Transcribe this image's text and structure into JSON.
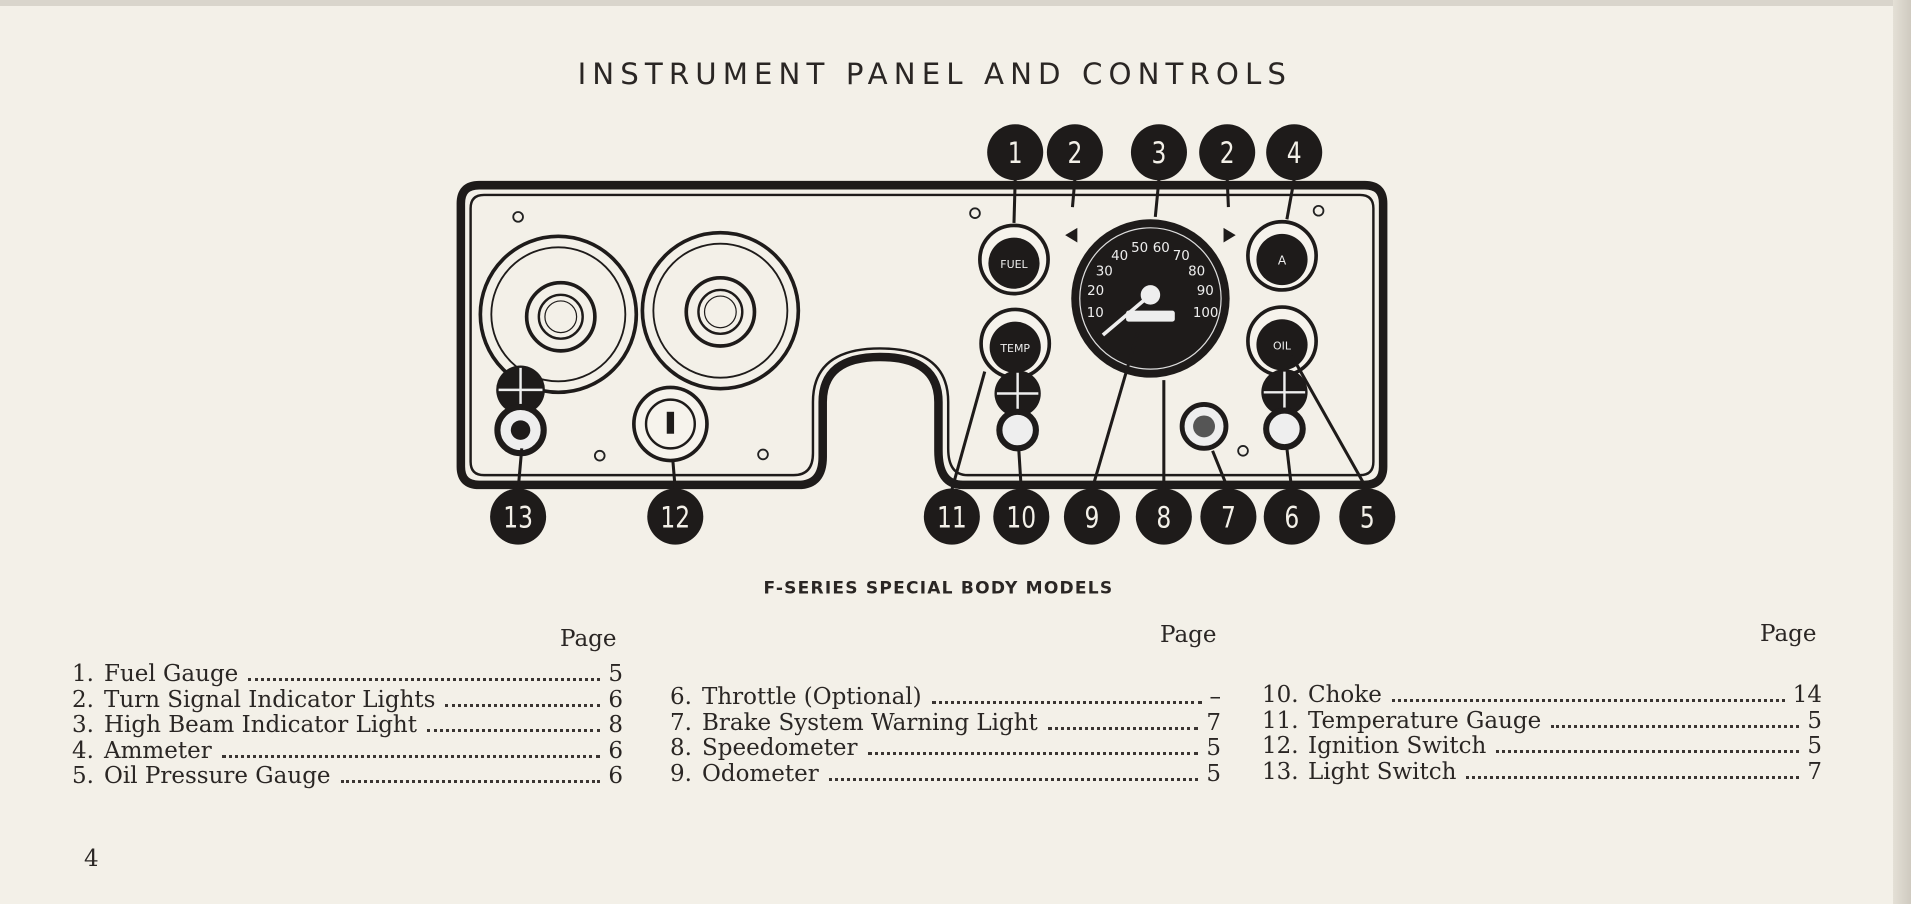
{
  "title": "INSTRUMENT PANEL AND CONTROLS",
  "subtitle": "F-SERIES SPECIAL BODY MODELS",
  "page_header": "Page",
  "page_number": "4",
  "callouts": {
    "top": [
      "1",
      "2",
      "3",
      "2",
      "4"
    ],
    "bottom": [
      "13",
      "12",
      "11",
      "10",
      "9",
      "8",
      "7",
      "6",
      "5"
    ]
  },
  "gauge_labels": {
    "fuel": "FUEL",
    "temp": "TEMP",
    "ammeter": "A",
    "oil": "OIL",
    "speedo": [
      "10",
      "20",
      "30",
      "40",
      "50",
      "60",
      "70",
      "80",
      "90",
      "100"
    ]
  },
  "columns": [
    [
      {
        "n": "1.",
        "label": "Fuel Gauge",
        "page": "5"
      },
      {
        "n": "2.",
        "label": "Turn Signal Indicator Lights",
        "page": "6"
      },
      {
        "n": "3.",
        "label": "High Beam Indicator Light",
        "page": "8"
      },
      {
        "n": "4.",
        "label": "Ammeter",
        "page": "6"
      },
      {
        "n": "5.",
        "label": "Oil Pressure Gauge",
        "page": "6"
      }
    ],
    [
      {
        "n": "6.",
        "label": "Throttle (Optional)",
        "page": "–"
      },
      {
        "n": "7.",
        "label": "Brake System Warning Light",
        "page": "7"
      },
      {
        "n": "8.",
        "label": "Speedometer",
        "page": "5"
      },
      {
        "n": "9.",
        "label": "Odometer",
        "page": "5"
      }
    ],
    [
      {
        "n": "10.",
        "label": "Choke",
        "page": "14"
      },
      {
        "n": "11.",
        "label": "Temperature Gauge",
        "page": "5"
      },
      {
        "n": "12.",
        "label": "Ignition Switch",
        "page": "5"
      },
      {
        "n": "13.",
        "label": "Light Switch",
        "page": "7"
      }
    ]
  ]
}
